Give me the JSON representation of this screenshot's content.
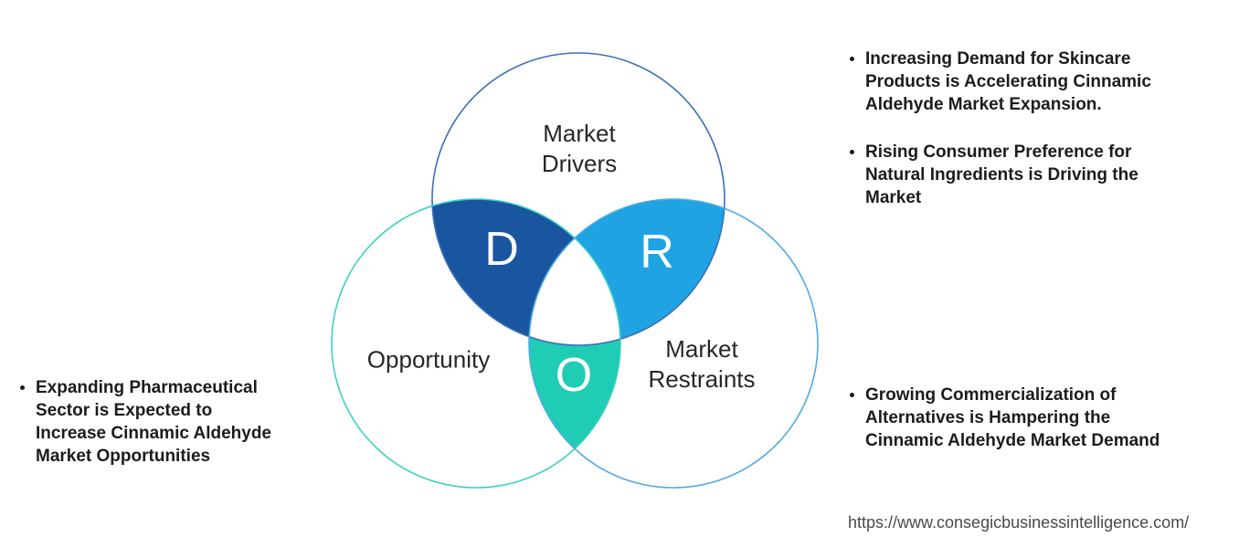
{
  "venn": {
    "drivers_label": "Market Drivers",
    "opportunity_label": "Opportunity",
    "restraints_label": "Market Restraints",
    "letter_d": "D",
    "letter_r": "R",
    "letter_o": "O",
    "colors": {
      "drivers_outline": "#3A70B8",
      "opportunity_outline": "#3BD0C3",
      "restraints_outline": "#4FAAE8",
      "d_overlap_fill": "#1A56A0",
      "r_overlap_fill": "#1FA3E2",
      "o_overlap_fill": "#1ECDB4",
      "center_fill": "#FFFFFF"
    }
  },
  "left_panel": {
    "bullets": [
      "Expanding Pharmaceutical Sector is Expected to Increase Cinnamic Aldehyde Market Opportunities"
    ]
  },
  "right_top_panel": {
    "bullets": [
      "Increasing Demand for Skincare Products is Accelerating Cinnamic Aldehyde Market Expansion.",
      "Rising Consumer Preference for Natural Ingredients is Driving the Market"
    ]
  },
  "right_bottom_panel": {
    "bullets": [
      "Growing Commercialization of Alternatives is Hampering the Cinnamic Aldehyde Market Demand"
    ]
  },
  "footer": {
    "source_url": "https://www.consegicbusinessintelligence.com/"
  }
}
